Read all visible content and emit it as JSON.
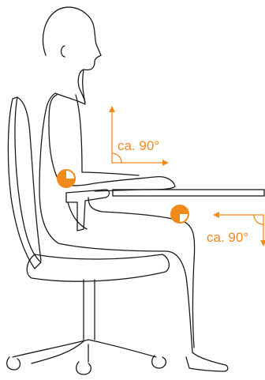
{
  "labels": {
    "elbow_angle": "ca. 90°",
    "knee_angle": "ca. 90°"
  },
  "colors": {
    "accent": "#f08a1c",
    "line": "#1a1a1a",
    "background": "#ffffff"
  },
  "markers": [
    {
      "name": "elbow-joint-marker",
      "shape": "circle-with-quarter-cutout"
    },
    {
      "name": "knee-joint-marker",
      "shape": "circle-with-quarter-cutout"
    }
  ]
}
